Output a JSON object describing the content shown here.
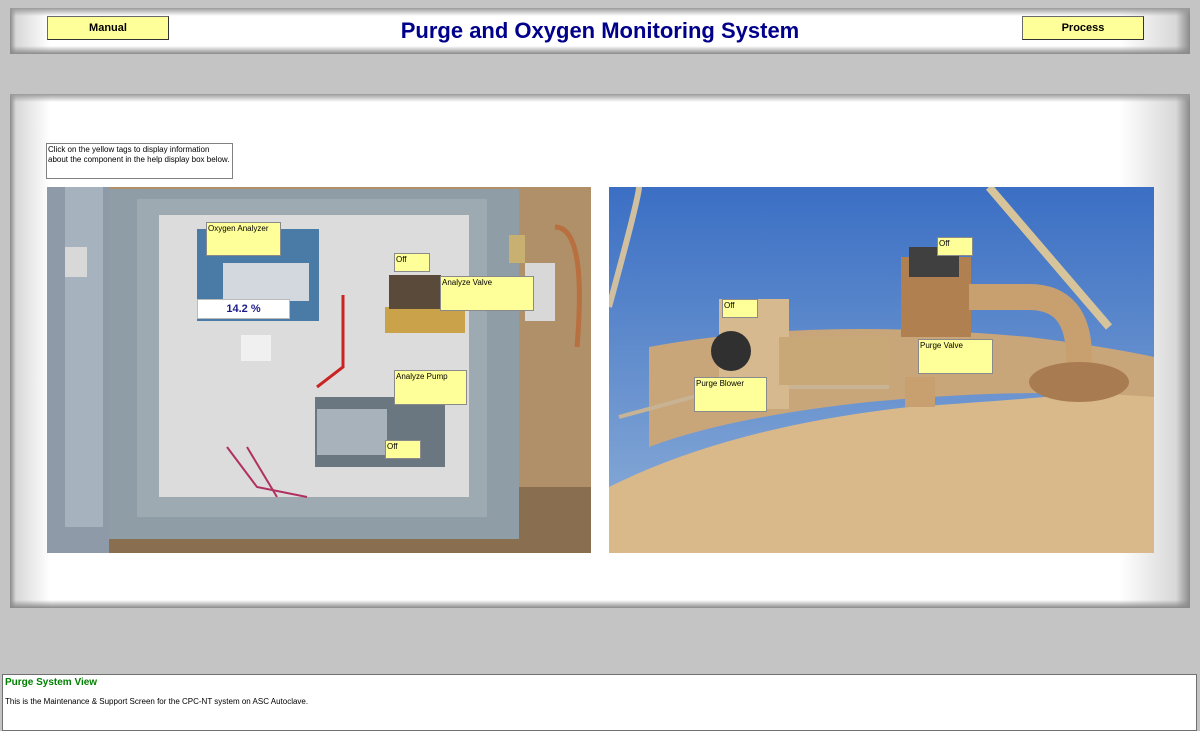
{
  "header": {
    "title": "Purge and Oxygen Monitoring System",
    "manual_label": "Manual",
    "process_label": "Process"
  },
  "instructions": "Click on the yellow tags to display information about the component in the help display box below.",
  "left_panel": {
    "tags": {
      "oxygen_analyzer": "Oxygen Analyzer",
      "analyze_valve_status": "Off",
      "analyze_valve": "Analyze Valve",
      "analyze_pump": "Analyze Pump",
      "analyze_pump_status": "Off"
    },
    "oxygen_reading": "14.2 %"
  },
  "right_panel": {
    "tags": {
      "purge_valve_status": "Off",
      "purge_blower_status": "Off",
      "purge_valve": "Purge Valve",
      "purge_blower": "Purge Blower"
    }
  },
  "help": {
    "title": "Purge System View",
    "text": "This is the Maintenance & Support Screen for the CPC-NT system on ASC Autoclave."
  },
  "colors": {
    "tag_bg": "#ffff99",
    "title": "#00008b",
    "help_title": "#008000"
  }
}
